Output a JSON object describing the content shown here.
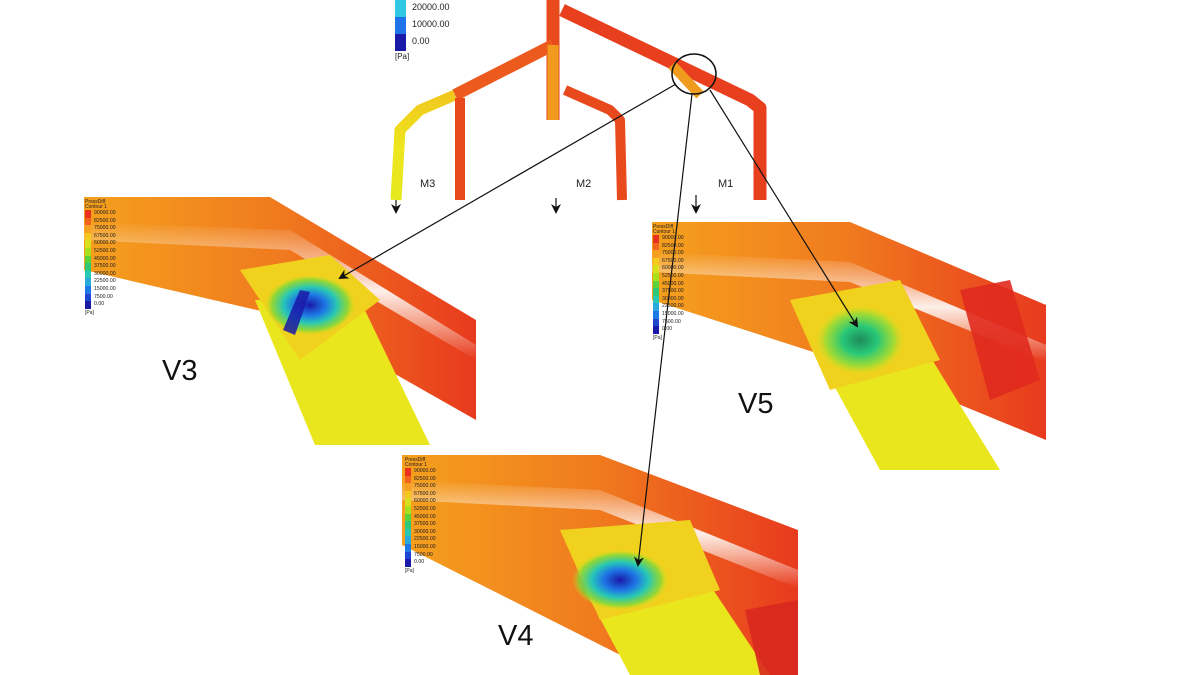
{
  "top_legend": {
    "values": [
      "20000.00",
      "10000.00",
      "0.00"
    ],
    "colors": [
      "#2ec9e0",
      "#1e73e8",
      "#1a1aa8"
    ],
    "unit": "[Pa]"
  },
  "manifold_labels": {
    "m3": "M3",
    "m2": "M2",
    "m1": "M1"
  },
  "view_labels": {
    "v3": "V3",
    "v4": "V4",
    "v5": "V5"
  },
  "contour_legend": {
    "title_line1": "PressDiff",
    "title_line2": "Contour 1",
    "values": [
      "90000.00",
      "82500.00",
      "75000.00",
      "67500.00",
      "60000.00",
      "52500.00",
      "45000.00",
      "37500.00",
      "30000.00",
      "22500.00",
      "15000.00",
      "7500.00",
      "0.00"
    ],
    "colors": [
      "#e8321e",
      "#f0641e",
      "#f5a01e",
      "#f5c81e",
      "#d8e01e",
      "#a8e01e",
      "#5ad23c",
      "#2ec878",
      "#28c8b4",
      "#28aadc",
      "#1e78e6",
      "#1e46d2",
      "#1a1aa8"
    ],
    "unit": "[Pa]"
  },
  "colors": {
    "pipe_high": "#e8401e",
    "pipe_mid": "#f5a01e",
    "pipe_low": "#f0e61e",
    "arrow": "#111111"
  }
}
